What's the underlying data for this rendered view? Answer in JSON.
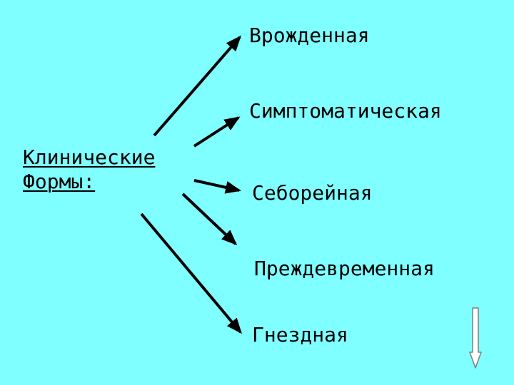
{
  "root": {
    "line1": "Клинические",
    "line2": "Формы:"
  },
  "forms": [
    "Врожденная",
    "Симптоматическая",
    "Себорейная",
    "Преждевременная",
    "Гнездная"
  ],
  "colors": {
    "background": "#7FFFFF",
    "text": "#000000",
    "arrow": "#000000",
    "nav_arrow_fill": "#FFFFFF",
    "nav_arrow_stroke": "#7F7F7F"
  },
  "icons": {
    "nav_arrow": "down-arrow-icon"
  }
}
